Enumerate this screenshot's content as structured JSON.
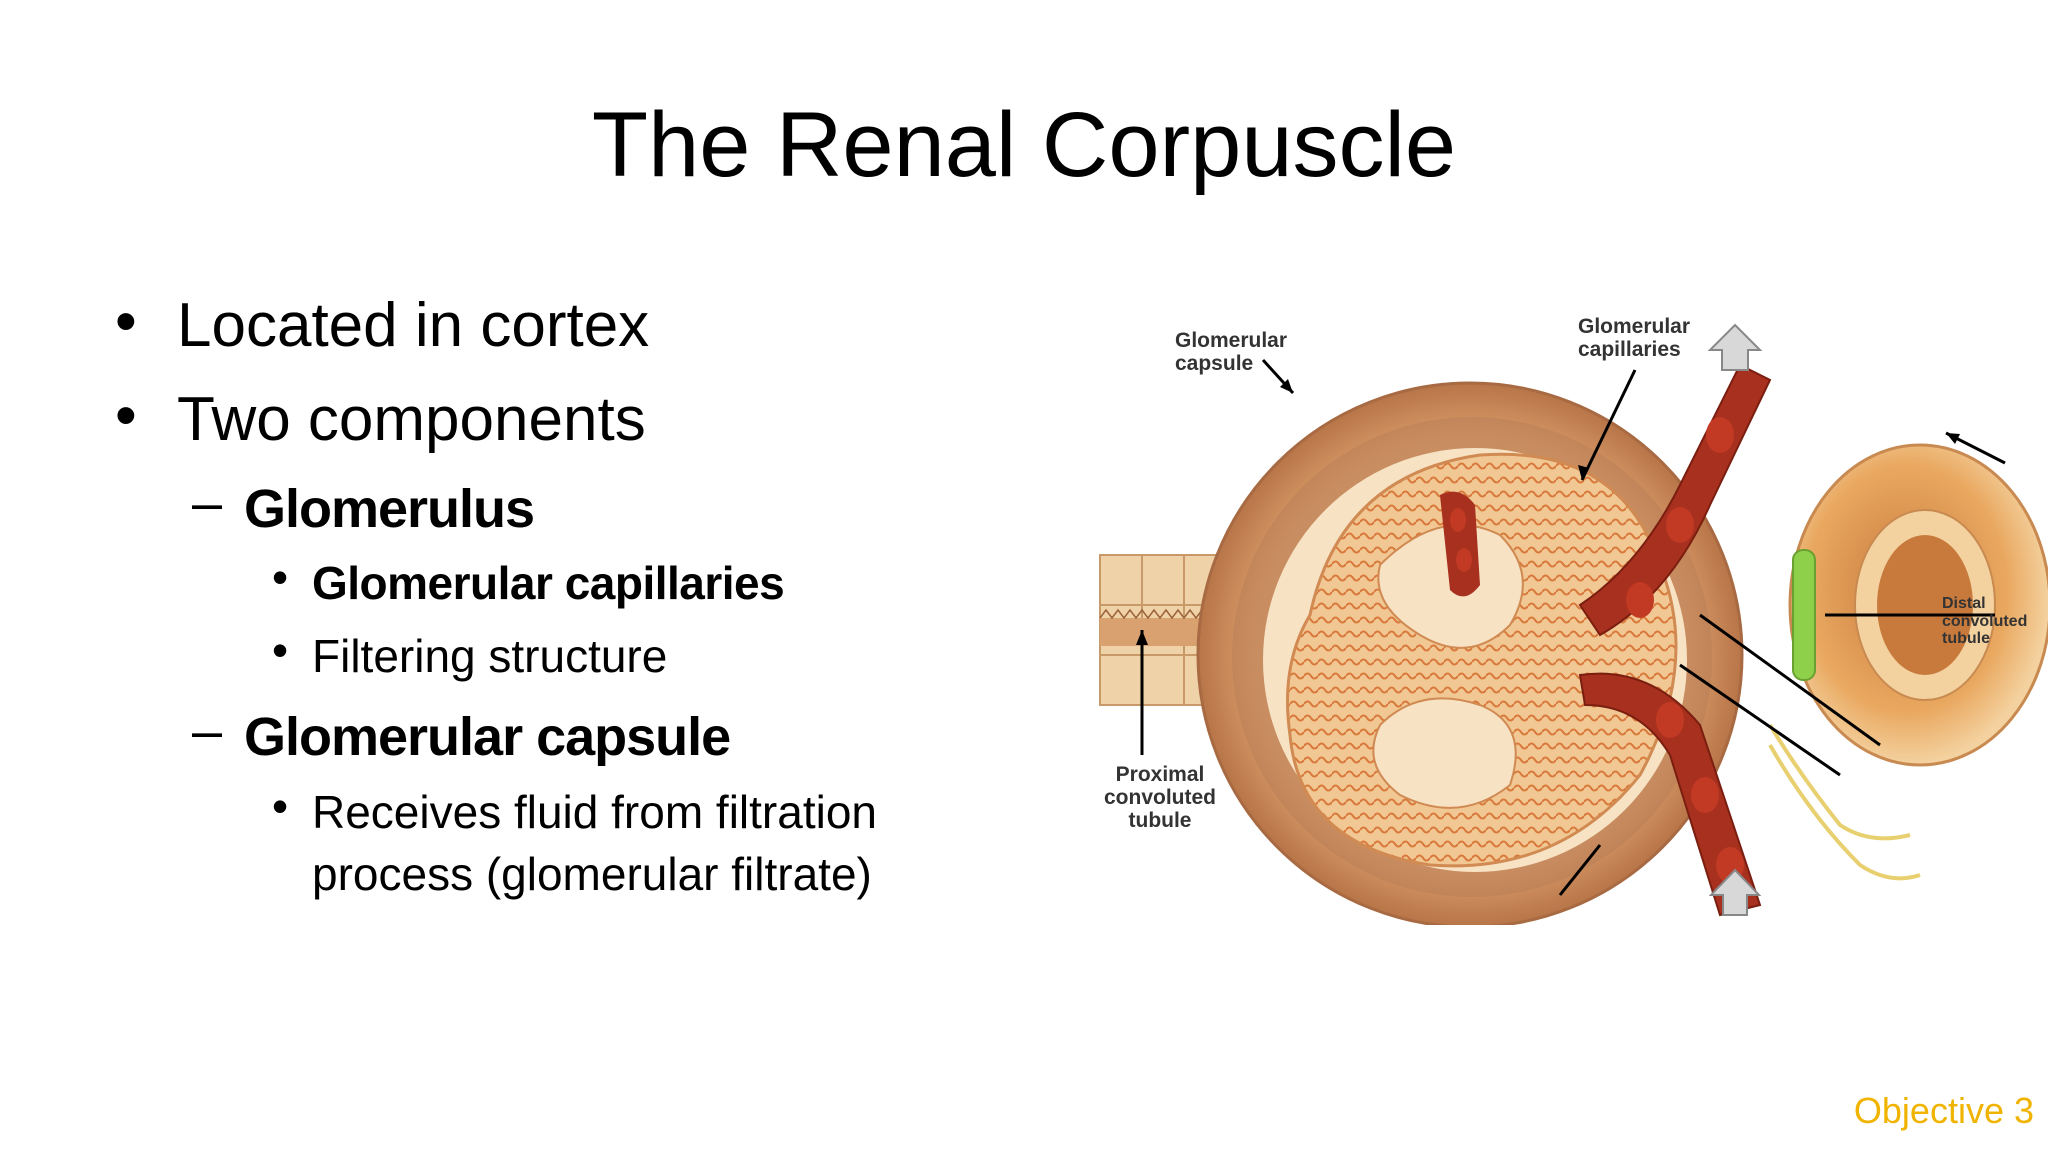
{
  "slide": {
    "title": "The Renal Corpuscle",
    "objective": "Objective 3",
    "bullets": {
      "b1": "Located in cortex",
      "b2": "Two components",
      "b3": "Glomerulus",
      "b4": "Glomerular capillaries",
      "b5": "Filtering structure",
      "b6": "Glomerular capsule",
      "b7a": "Receives fluid from filtration",
      "b7b": "process (glomerular filtrate)"
    },
    "markers": {
      "bullet": "•",
      "dash": "–"
    }
  },
  "figure": {
    "labels": {
      "capsule_a": "Glomerular",
      "capsule_b": "capsule",
      "capillaries_a": "Glomerular",
      "capillaries_b": "capillaries",
      "distal_a": "Distal",
      "distal_b": "convoluted",
      "distal_c": "tubule",
      "proximal_a": "Proximal",
      "proximal_b": "convoluted",
      "proximal_c": "tubule"
    },
    "colors": {
      "capsule_outer": "#d9a070",
      "capsule_inner": "#b98058",
      "glomerulus": "#f2c898",
      "vessel": "#a8301e",
      "rbc": "#c23a24",
      "epithelium": "#f0d2a8",
      "green_cells": "#8fd04a"
    }
  }
}
